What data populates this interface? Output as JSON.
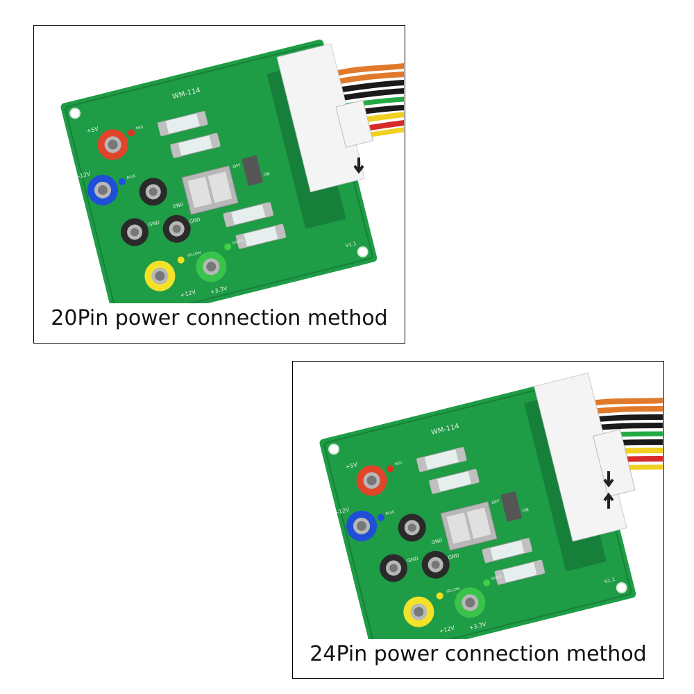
{
  "panels": [
    {
      "caption": "20Pin power connection method",
      "board": {
        "model": "WM-114",
        "version": "V1.1",
        "post_labels": [
          "+5V",
          "-12V",
          "GND",
          "GND",
          "GND",
          "+12V",
          "+3.3V"
        ],
        "led_labels": [
          "RED",
          "BLUE",
          "YELLOW",
          "GREEN"
        ],
        "switch_labels": [
          "OFF",
          "ON"
        ],
        "arrows": [
          "down-arrow"
        ]
      }
    },
    {
      "caption": "24Pin power connection method",
      "board": {
        "model": "WM-114",
        "version": "V1.1",
        "post_labels": [
          "+5V",
          "-12V",
          "GND",
          "GND",
          "GND",
          "+12V",
          "+3.3V"
        ],
        "led_labels": [
          "RED",
          "BLUE",
          "YELLOW",
          "GREEN"
        ],
        "switch_labels": [
          "OFF",
          "ON"
        ],
        "arrows": [
          "down-arrow",
          "up-arrow"
        ]
      }
    }
  ],
  "colors": {
    "pcb": "#1f9c46",
    "pcb_dark": "#16803a",
    "post_red": "#e0452a",
    "post_blue": "#1f4fd6",
    "post_black": "#2a2a2a",
    "post_yellow": "#f2e22a",
    "post_green": "#39c34a",
    "connector": "#f4f4f4",
    "wire_orange": "#e07a2a",
    "wire_red": "#d92a2a",
    "wire_yellow": "#f0d020",
    "wire_black": "#1a1a1a"
  }
}
